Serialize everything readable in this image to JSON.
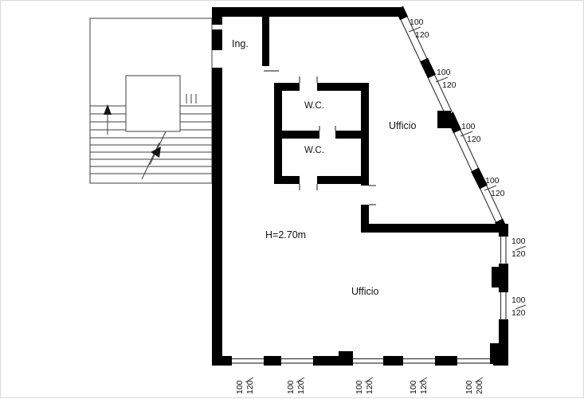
{
  "labels": {
    "entrance": "Ing.",
    "wc_upper": "W.C.",
    "wc_lower": "W.C.",
    "office_upper": "Ufficio",
    "office_lower": "Ufficio",
    "ceiling_height": "H=2.70m"
  },
  "window_dimensions": {
    "slant": [
      {
        "width": "100",
        "height": "120"
      },
      {
        "width": "100",
        "height": "120"
      },
      {
        "width": "100",
        "height": "120"
      },
      {
        "width": "100",
        "height": "120"
      }
    ],
    "right": [
      {
        "width": "100",
        "height": "120"
      },
      {
        "width": "100",
        "height": "120"
      }
    ],
    "bottom": [
      {
        "width": "100",
        "height": "120"
      },
      {
        "width": "100",
        "height": "120"
      },
      {
        "width": "100",
        "height": "120"
      },
      {
        "width": "100",
        "height": "120"
      },
      {
        "width": "100",
        "height": "200"
      }
    ]
  },
  "colors": {
    "wall": "#000000",
    "thin_line": "#3f3f3f",
    "background": "#ffffff",
    "text": "#141414"
  }
}
